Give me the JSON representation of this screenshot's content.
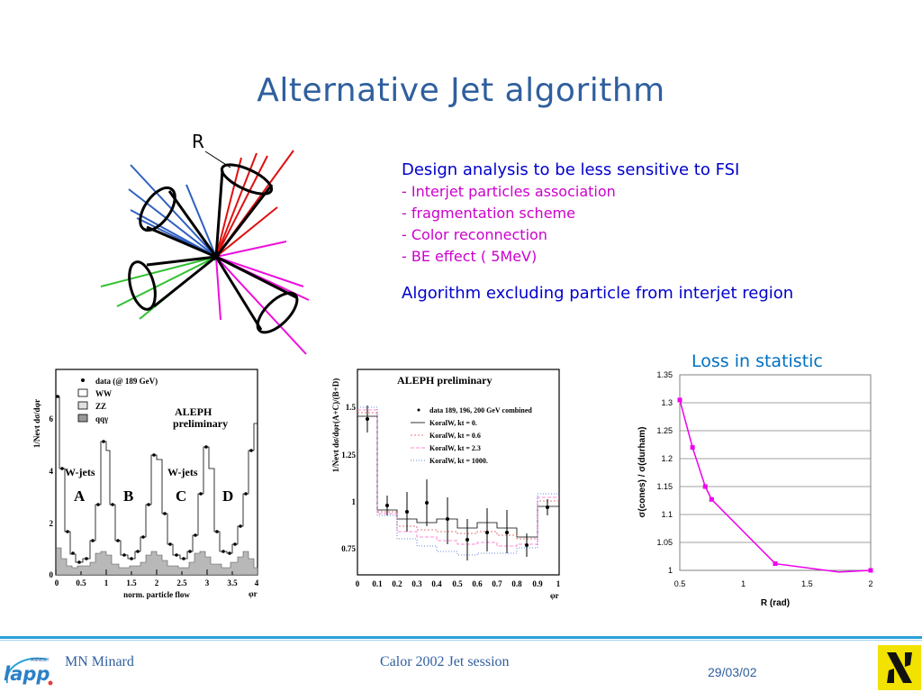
{
  "slide": {
    "title": "Alternative Jet algorithm",
    "cone_label": "R",
    "bullets_heading": "Design analysis to be less sensitive to FSI",
    "bullets": [
      "- Interjet particles association",
      "- fragmentation scheme",
      "- Color reconnection",
      "- BE effect ( 5MeV)"
    ],
    "algorithm_text": "Algorithm excluding particle from interjet region",
    "loss_title": "Loss in statistic"
  },
  "plot_left": {
    "ylabel": "1/Nevt dσ/dφr",
    "xlabel": "norm. particle flow",
    "phi_label": "φr",
    "legend": [
      "data (@ 189 GeV)",
      "WW",
      "ZZ",
      "qqγ"
    ],
    "aleph": [
      "ALEPH",
      "preliminary"
    ],
    "wjets": [
      "W-jets",
      "W-jets"
    ],
    "regions": [
      "A",
      "B",
      "C",
      "D"
    ],
    "xticks": [
      "0",
      "0.5",
      "1",
      "1.5",
      "2",
      "2.5",
      "3",
      "3.5",
      "4"
    ],
    "yticks": [
      "0",
      "2",
      "4",
      "6"
    ]
  },
  "plot_mid": {
    "ylabel": "1/Nevt dσ/dφr(A+C)/(B+D)",
    "aleph": "ALEPH preliminary",
    "legend": [
      "data 189, 196, 200 GeV combined",
      "KoralW, kt = 0.",
      "KoralW, kt = 0.6",
      "KoralW, kt = 2.3",
      "KoralW, kt = 1000."
    ],
    "legend_colors": [
      "#000000",
      "#000000",
      "#e05050",
      "#ff66cc",
      "#3366cc"
    ],
    "phi_label": "φr",
    "xticks": [
      "0",
      "0.1",
      "0.2",
      "0.3",
      "0.4",
      "0.5",
      "0.6",
      "0.7",
      "0.8",
      "0.9",
      "1"
    ],
    "yticks": [
      "0.75",
      "1",
      "1.25",
      "1.5"
    ]
  },
  "chart_data": {
    "type": "line",
    "title": "Loss in statistic",
    "xlabel": "R (rad)",
    "ylabel": "σ(cones) / σ(durham)",
    "xlim": [
      0.5,
      2
    ],
    "ylim": [
      1,
      1.35
    ],
    "xticks": [
      "0.5",
      "1",
      "1.5",
      "2"
    ],
    "yticks": [
      "1",
      "1.05",
      "1.1",
      "1.15",
      "1.2",
      "1.25",
      "1.3",
      "1.35"
    ],
    "grid": true,
    "color": "#ee00ee",
    "series": [
      {
        "x": [
          0.5,
          0.6,
          0.7,
          0.75,
          1.25,
          1.75,
          2.0
        ],
        "y": [
          1.305,
          1.22,
          1.15,
          1.127,
          1.012,
          0.997,
          1.0
        ]
      }
    ]
  },
  "footer": {
    "author": "MN Minard",
    "session": "Calor 2002 Jet session",
    "date": "29/03/02",
    "logo_text": "lapp",
    "logo_small": "ANNECY"
  }
}
